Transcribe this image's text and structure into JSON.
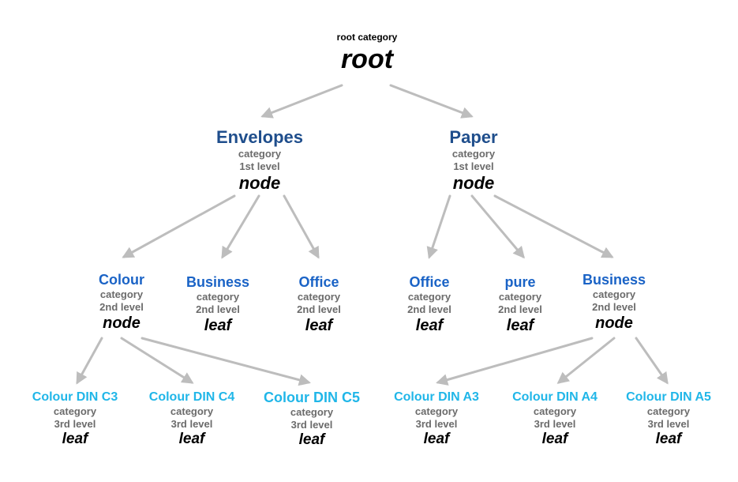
{
  "colors": {
    "root_title": "#000000",
    "level1_title": "#1f4e8c",
    "level2_title": "#1a63c6",
    "level3_title": "#20b6e8",
    "meta_text": "#6b6b6b",
    "arrow": "#bdbdbd"
  },
  "tree": {
    "root": {
      "title": "root category",
      "kind": "root"
    },
    "envelopes": {
      "title": "Envelopes",
      "sub1": "category",
      "sub2": "1st level",
      "kind": "node"
    },
    "paper": {
      "title": "Paper",
      "sub1": "category",
      "sub2": "1st level",
      "kind": "node"
    },
    "env_colour": {
      "title": "Colour",
      "sub1": "category",
      "sub2": "2nd level",
      "kind": "node"
    },
    "env_business": {
      "title": "Business",
      "sub1": "category",
      "sub2": "2nd level",
      "kind": "leaf"
    },
    "env_office": {
      "title": "Office",
      "sub1": "category",
      "sub2": "2nd level",
      "kind": "leaf"
    },
    "paper_office": {
      "title": "Office",
      "sub1": "category",
      "sub2": "2nd level",
      "kind": "leaf"
    },
    "paper_pure": {
      "title": "pure",
      "sub1": "category",
      "sub2": "2nd level",
      "kind": "leaf"
    },
    "paper_business": {
      "title": "Business",
      "sub1": "category",
      "sub2": "2nd level",
      "kind": "node"
    },
    "din_c3": {
      "title": "Colour DIN C3",
      "sub1": "category",
      "sub2": "3rd level",
      "kind": "leaf"
    },
    "din_c4": {
      "title": "Colour DIN C4",
      "sub1": "category",
      "sub2": "3rd level",
      "kind": "leaf"
    },
    "din_c5": {
      "title": "Colour DIN C5",
      "sub1": "category",
      "sub2": "3rd level",
      "kind": "leaf"
    },
    "din_a3": {
      "title": "Colour DIN A3",
      "sub1": "category",
      "sub2": "3rd level",
      "kind": "leaf"
    },
    "din_a4": {
      "title": "Colour DIN A4",
      "sub1": "category",
      "sub2": "3rd level",
      "kind": "leaf"
    },
    "din_a5": {
      "title": "Colour DIN A5",
      "sub1": "category",
      "sub2": "3rd level",
      "kind": "leaf"
    }
  }
}
